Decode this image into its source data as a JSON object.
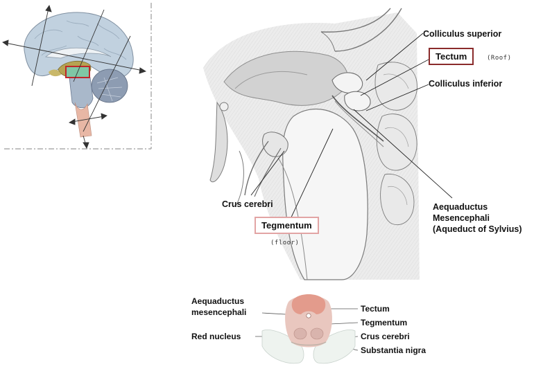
{
  "main_diagram": {
    "labels": {
      "colliculus_superior": "Colliculus superior",
      "tectum": "Tectum",
      "tectum_note": "(Roof)",
      "colliculus_inferior": "Colliculus inferior",
      "aqueduct_line1": "Aequaductus",
      "aqueduct_line2": "Mesencephali",
      "aqueduct_line3": "(Aqueduct of Sylvius)",
      "crus_cerebri": "Crus cerebri",
      "tegmentum": "Tegmentum",
      "tegmentum_note": "(floor)"
    }
  },
  "cross_section": {
    "labels": {
      "aqueduct_line1": "Aequaductus",
      "aqueduct_line2": "mesencephali",
      "red_nucleus": "Red nucleus",
      "tectum": "Tectum",
      "tegmentum": "Tegmentum",
      "crus_cerebri": "Crus cerebri",
      "substantia_nigra": "Substantia nigra"
    }
  },
  "colors": {
    "highlight_dark": "#8a2b2b",
    "highlight_light": "#e2a4a4",
    "brain_blue": "#bccfdf",
    "tectum_pink": "#e7a79a"
  }
}
